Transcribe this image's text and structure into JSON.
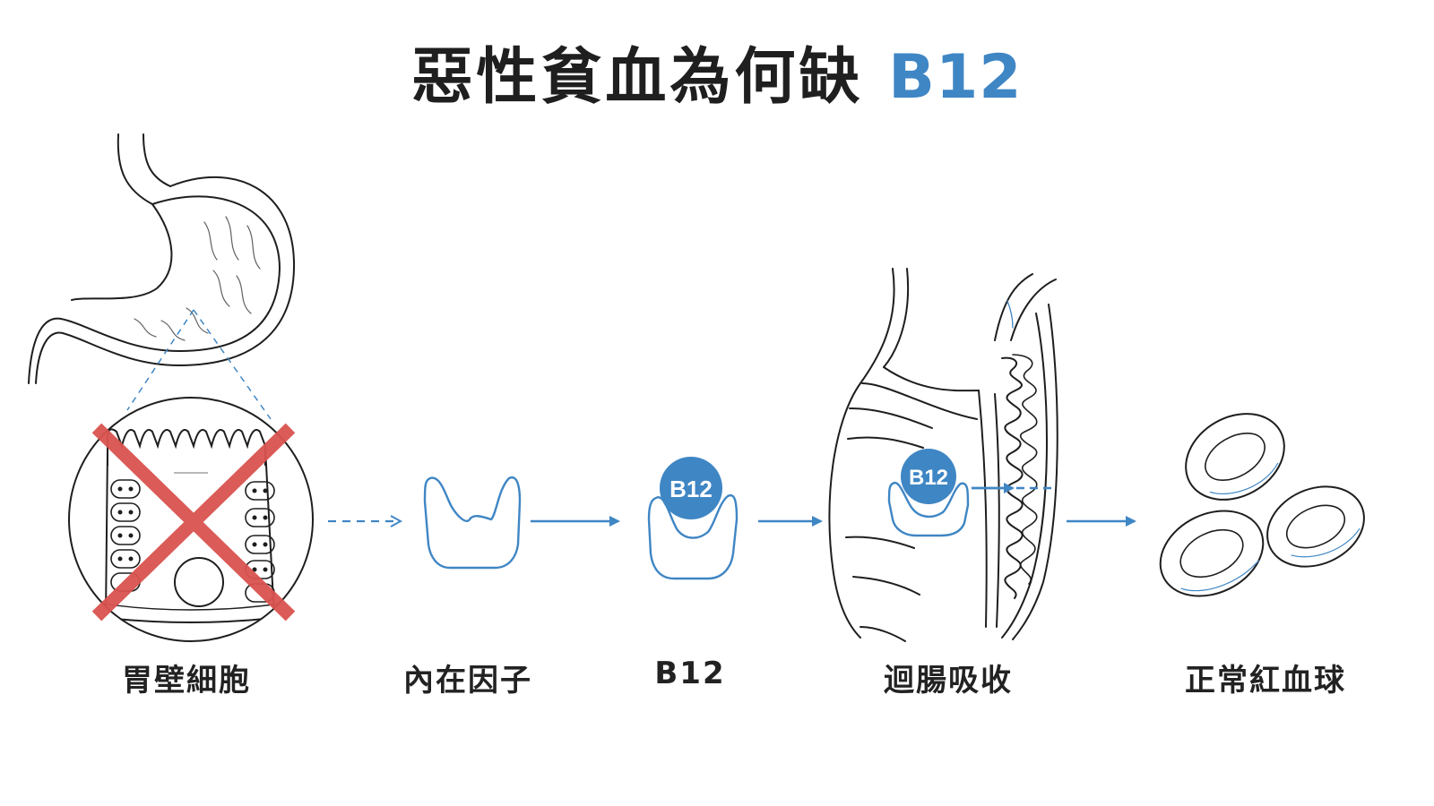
{
  "title": {
    "main": "惡性貧血為何缺",
    "accent": "B12"
  },
  "badges": {
    "bound": "B12",
    "absorbing": "B12"
  },
  "steps": [
    {
      "label": "胃壁細胞"
    },
    {
      "label": "內在因子"
    },
    {
      "label": "B12"
    },
    {
      "label": "迴腸吸收"
    },
    {
      "label": "正常紅血球"
    }
  ],
  "colors": {
    "outline": "#1e1e1e",
    "accent": "#3f86c4",
    "blocked": "#d9534f",
    "text": "#222222"
  }
}
